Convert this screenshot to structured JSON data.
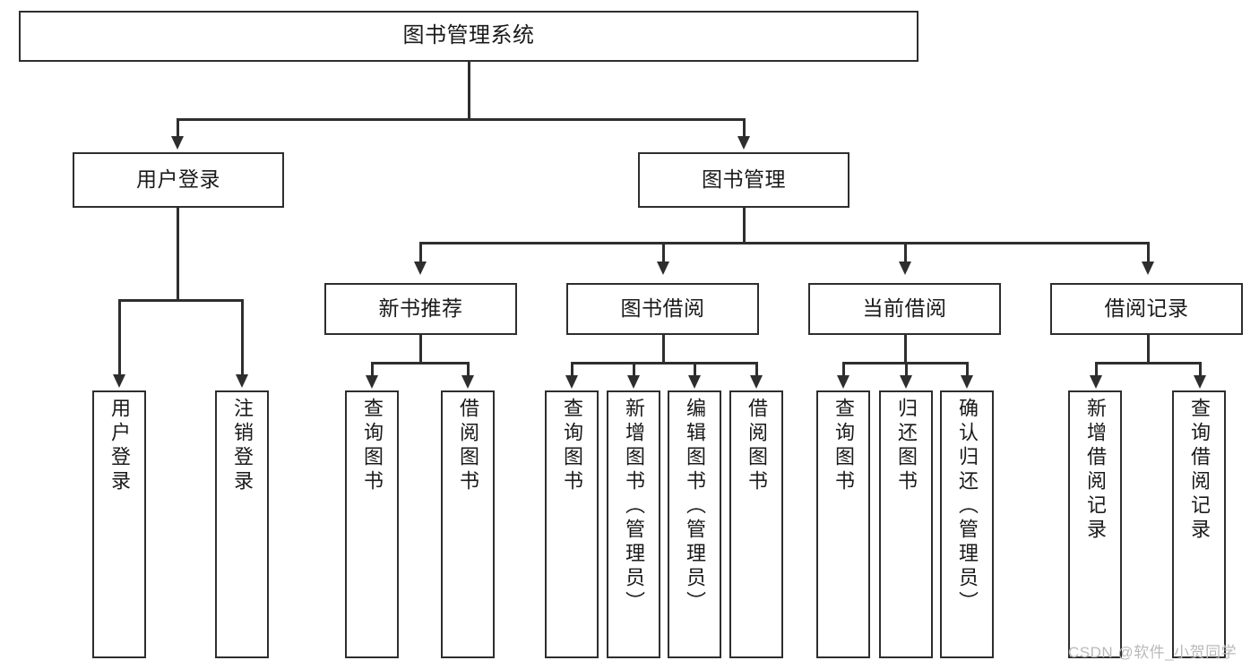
{
  "diagram": {
    "title": "图书管理系统",
    "type": "tree",
    "watermark": "CSDN @软件_小贺同学",
    "root": {
      "label": "图书管理系统"
    },
    "level2": [
      {
        "label": "用户登录"
      },
      {
        "label": "图书管理"
      }
    ],
    "level3": [
      {
        "label": "新书推荐"
      },
      {
        "label": "图书借阅"
      },
      {
        "label": "当前借阅"
      },
      {
        "label": "借阅记录"
      }
    ],
    "leaves": {
      "user_login": [
        {
          "label": "用户登录"
        },
        {
          "label": "注销登录"
        }
      ],
      "new_book_recommend": [
        {
          "label": "查询图书"
        },
        {
          "label": "借阅图书"
        }
      ],
      "book_borrow": [
        {
          "label": "查询图书"
        },
        {
          "label": "新增图书（管理员）"
        },
        {
          "label": "编辑图书（管理员）"
        },
        {
          "label": "借阅图书"
        }
      ],
      "current_borrow": [
        {
          "label": "查询图书"
        },
        {
          "label": "归还图书"
        },
        {
          "label": "确认归还（管理员）"
        }
      ],
      "borrow_record": [
        {
          "label": "新增借阅记录"
        },
        {
          "label": "查询借阅记录"
        }
      ]
    },
    "colors": {
      "stroke": "#2e2e2e",
      "fill": "#ffffff",
      "text": "#1a1a1a",
      "watermark": "#b9b9b9"
    }
  }
}
